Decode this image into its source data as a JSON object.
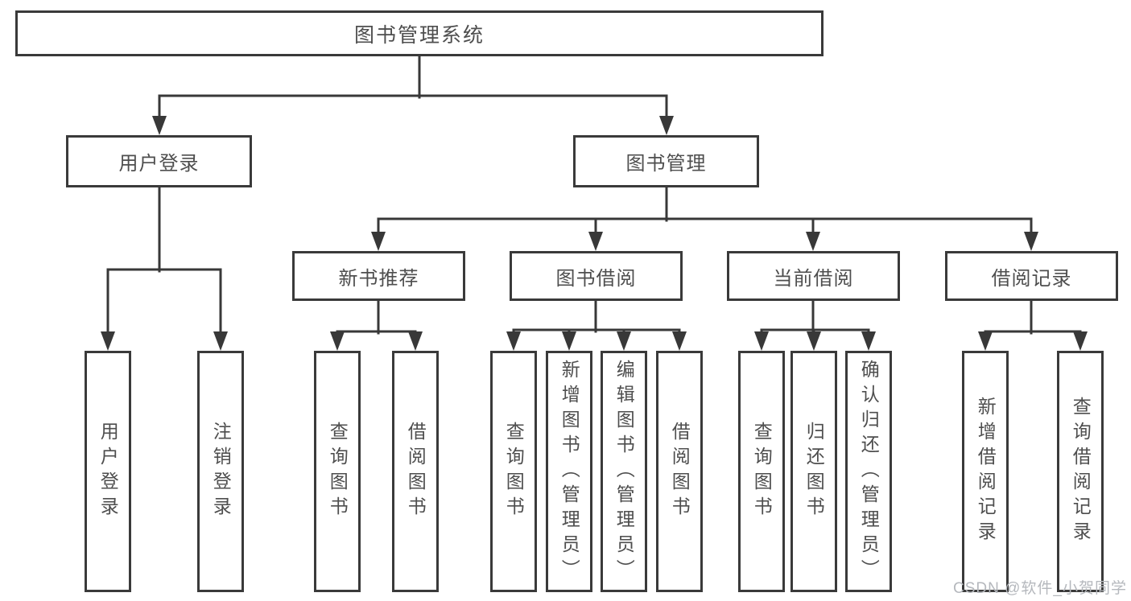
{
  "tree": {
    "root": "图书管理系统",
    "children": [
      {
        "label": "用户登录",
        "children": [
          {
            "label": "用户登录"
          },
          {
            "label": "注销登录"
          }
        ]
      },
      {
        "label": "图书管理",
        "children": [
          {
            "label": "新书推荐",
            "children": [
              {
                "label": "查询图书"
              },
              {
                "label": "借阅图书"
              }
            ]
          },
          {
            "label": "图书借阅",
            "children": [
              {
                "label": "查询图书"
              },
              {
                "label": "新增图书（管理员）"
              },
              {
                "label": "编辑图书（管理员）"
              },
              {
                "label": "借阅图书"
              }
            ]
          },
          {
            "label": "当前借阅",
            "children": [
              {
                "label": "查询图书"
              },
              {
                "label": "归还图书"
              },
              {
                "label": "确认归还（管理员）"
              }
            ]
          },
          {
            "label": "借阅记录",
            "children": [
              {
                "label": "新增借阅记录"
              },
              {
                "label": "查询借阅记录"
              }
            ]
          }
        ]
      }
    ]
  },
  "watermark": {
    "text": "CSDN @软件_小贺同学"
  },
  "colors": {
    "line": "#383838",
    "box_border": "#3a3a3a",
    "text": "#4e4e4e",
    "watermark": "#b5b8bd",
    "background": "#ffffff"
  }
}
